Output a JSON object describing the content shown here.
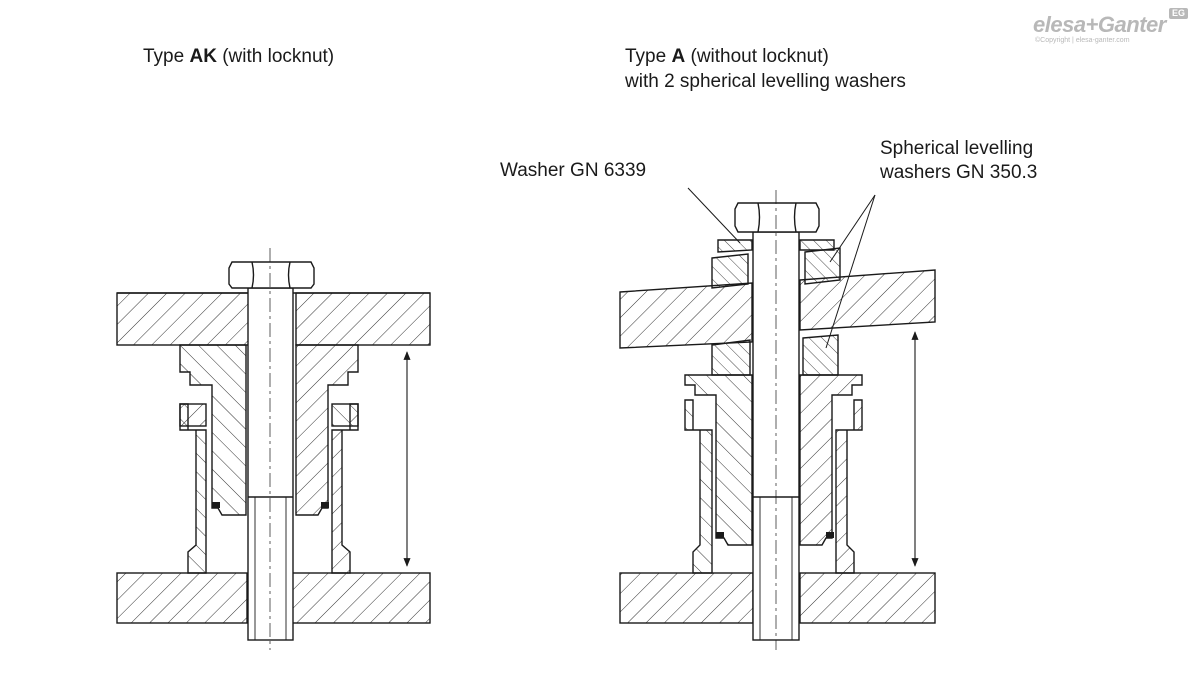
{
  "logo": {
    "brand": "elesa+Ganter",
    "copyright": "©Copyright | elesa-ganter.com",
    "badge": "EG"
  },
  "type_ak": {
    "prefix": "Type ",
    "code": "AK",
    "suffix": " (with locknut)"
  },
  "type_a": {
    "prefix": "Type ",
    "code": "A",
    "suffix": " (without locknut)",
    "line2": "with 2 spherical levelling washers"
  },
  "callouts": {
    "washer": "Washer GN 6339",
    "spherical_line1": "Spherical levelling",
    "spherical_line2": "washers GN 350.3"
  },
  "colors": {
    "line": "#1a1a1a",
    "logo": "#b8b8b8",
    "background": "#ffffff"
  }
}
